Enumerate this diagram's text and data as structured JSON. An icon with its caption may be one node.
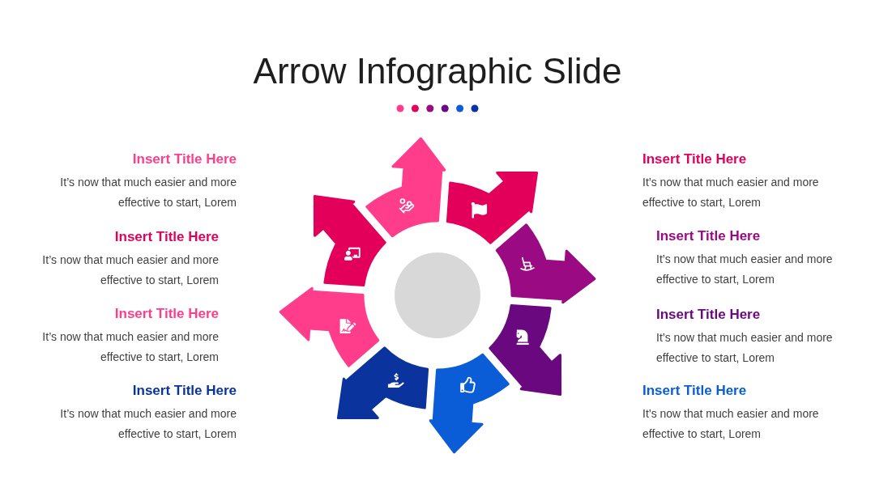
{
  "diagram": {
    "title": "Arrow Infographic Slide",
    "nodes": [
      {
        "text": [],
        "shape": "arrow"
      },
      {
        "text": [],
        "shape": "arrow"
      },
      {
        "text": [],
        "shape": "arrow"
      },
      {
        "text": [],
        "shape": "arrow"
      },
      {
        "text": [],
        "shape": "arrow"
      },
      {
        "text": [],
        "shape": "arrow"
      },
      {
        "text": [],
        "shape": "arrow"
      },
      {
        "text": [],
        "shape": "arrow"
      },
      {
        "text": [],
        "shape": "circle"
      }
    ],
    "labels": [
      "Insert Title Here",
      "It’s now that much easier and more effective to start, Lorem",
      "Insert Title Here",
      "It’s now that much easier and more effective to start, Lorem",
      "Insert Title Here",
      "It’s now that much easier and more effective to start, Lorem",
      "Insert Title Here",
      "It’s now that much easier and more effective to start, Lorem",
      "Insert Title Here",
      "It’s now that much easier and more effective to start, Lorem",
      "Insert Title Here",
      "It’s now that much easier and more effective to start, Lorem",
      "Insert Title Here",
      "It’s now that much easier and more effective to start, Lorem",
      "Insert Title Here",
      "It’s now that much easier and more effective to start, Lorem"
    ]
  }
}
